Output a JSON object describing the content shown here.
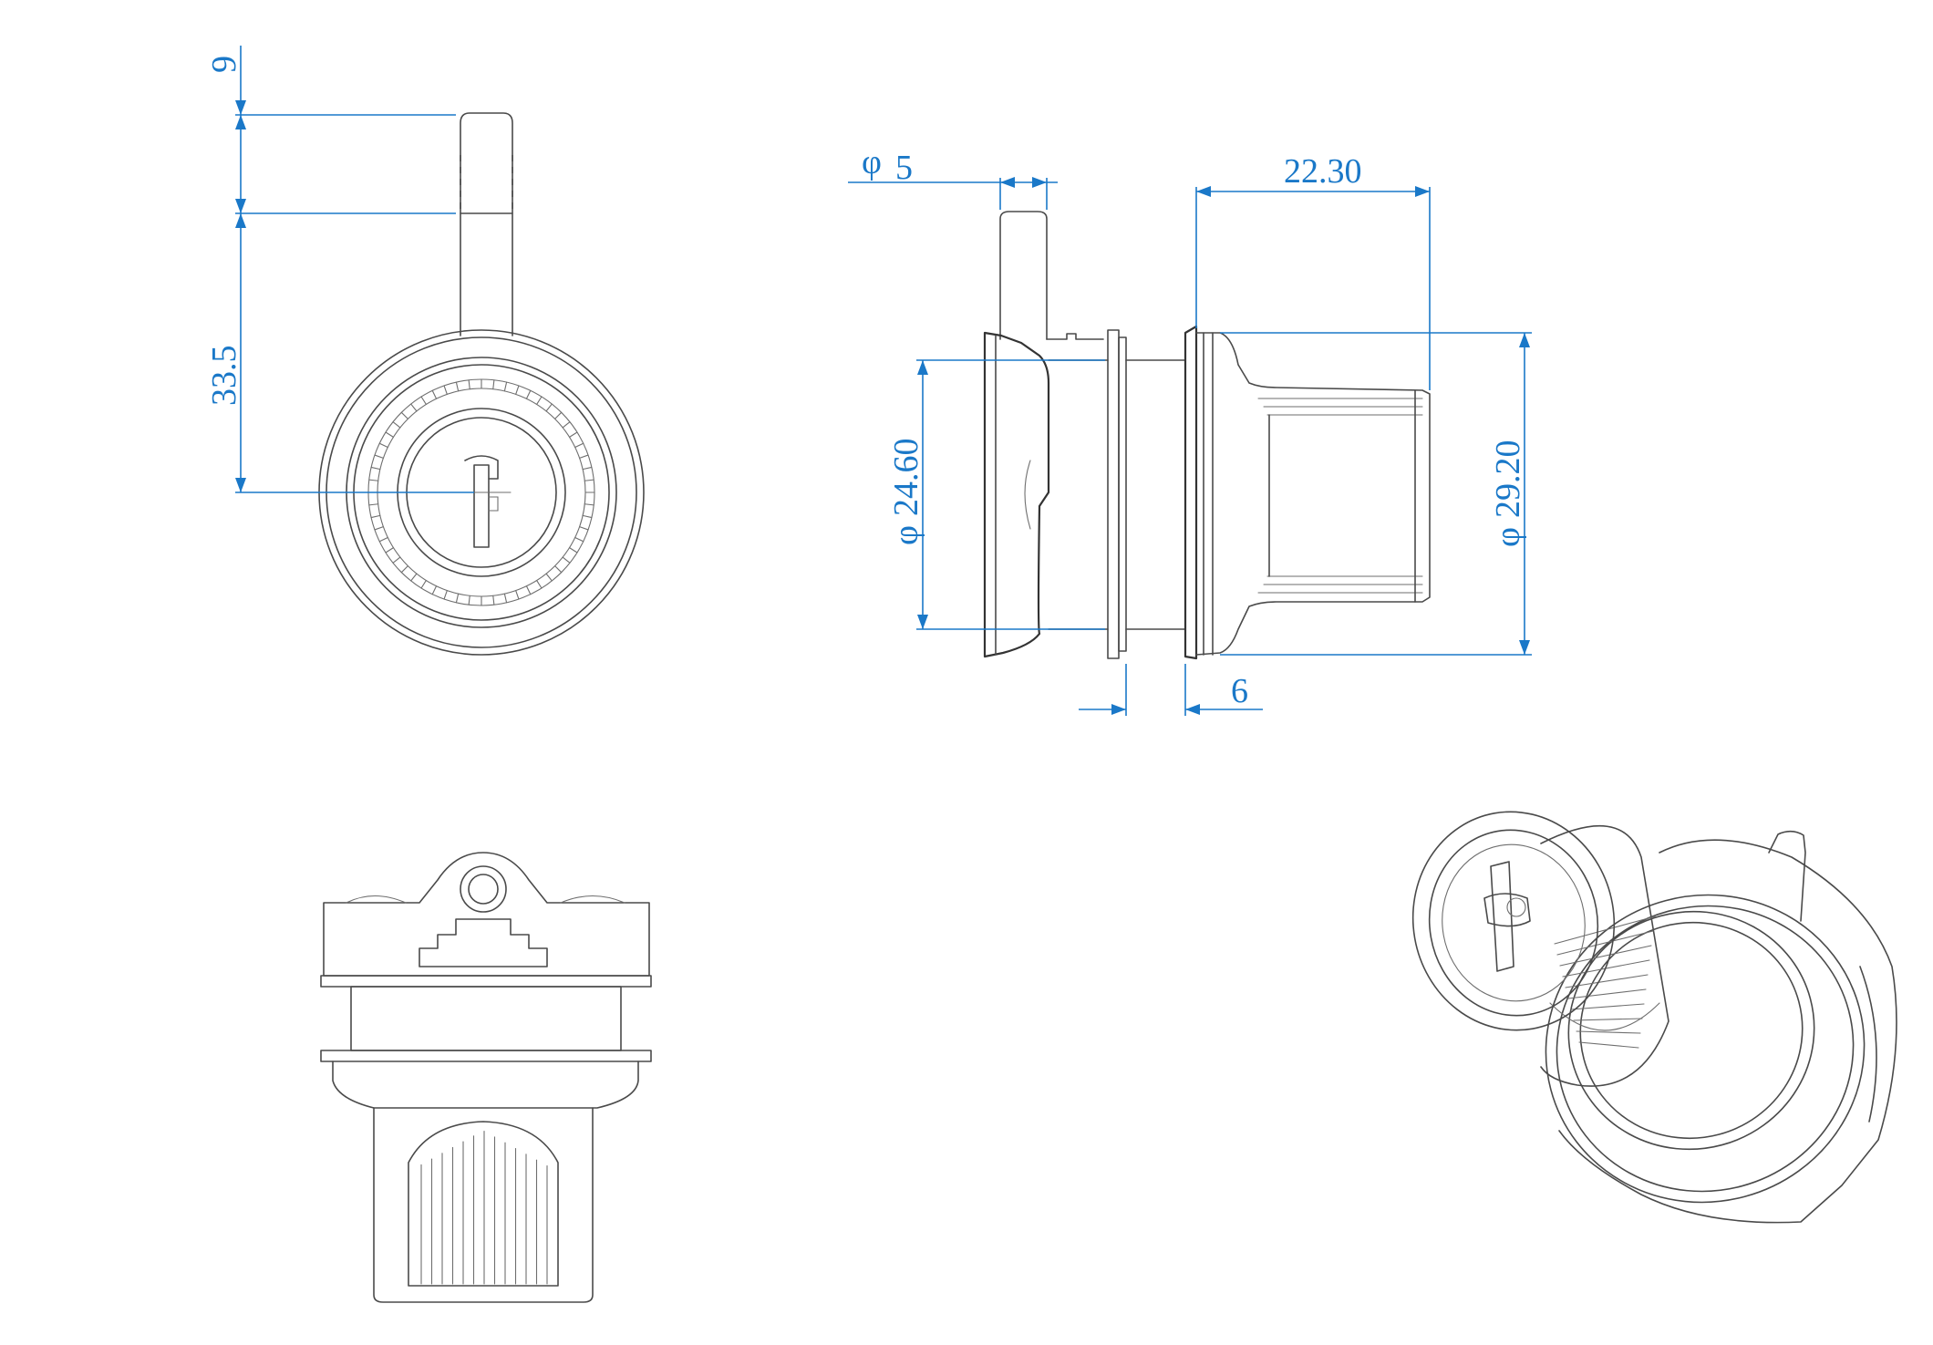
{
  "dimensions": {
    "pin_length": "9",
    "pin_to_center": "33.5",
    "pin_diameter_symbol": "φ",
    "pin_diameter_value": "5",
    "body_length": "22.30",
    "face_diameter_symbol": "φ",
    "face_diameter_value": "24.60",
    "body_diameter_symbol": "φ",
    "body_diameter_value": "29.20",
    "panel_thickness": "6"
  },
  "colors": {
    "dimension": "#1a78c8",
    "outline": "#4a4a4a",
    "background": "#ffffff"
  }
}
